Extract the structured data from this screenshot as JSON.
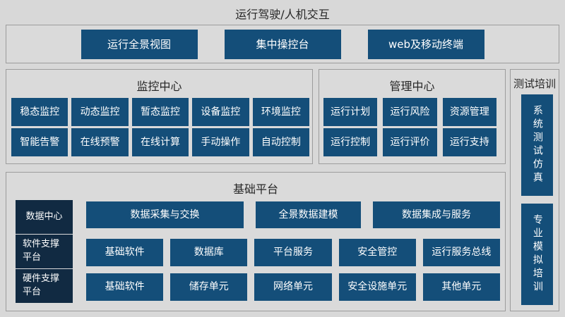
{
  "page_title": "运行驾驶/人机交互",
  "colors": {
    "background": "#d8d8d8",
    "panel_border": "#9c9c9c",
    "tile_blue": "#144e79",
    "row_label_navy": "#112a42",
    "tile_text": "#ffffff",
    "title_text": "#262626"
  },
  "top_bar": {
    "buttons": [
      "运行全景视图",
      "集中操控台",
      "web及移动终端"
    ]
  },
  "monitoring": {
    "title": "监控中心",
    "rows": [
      [
        "稳态监控",
        "动态监控",
        "暂态监控",
        "设备监控",
        "环境监控"
      ],
      [
        "智能告警",
        "在线预警",
        "在线计算",
        "手动操作",
        "自动控制"
      ]
    ]
  },
  "management": {
    "title": "管理中心",
    "rows": [
      [
        "运行计划",
        "运行风险",
        "资源管理"
      ],
      [
        "运行控制",
        "运行评价",
        "运行支持"
      ]
    ]
  },
  "testing": {
    "title": "测试培训",
    "buttons": [
      "系统测试仿真",
      "专业模拟培训"
    ]
  },
  "platform": {
    "title": "基础平台",
    "row_labels": [
      "数据中心",
      "软件支撑\n平台",
      "硬件支撑\n平台"
    ],
    "rows": [
      [
        "数据采集与交换",
        "全景数据建模",
        "数据集成与服务"
      ],
      [
        "基础软件",
        "数据库",
        "平台服务",
        "安全管控",
        "运行服务总线"
      ],
      [
        "基础软件",
        "储存单元",
        "网络单元",
        "安全设施单元",
        "其他单元"
      ]
    ]
  }
}
